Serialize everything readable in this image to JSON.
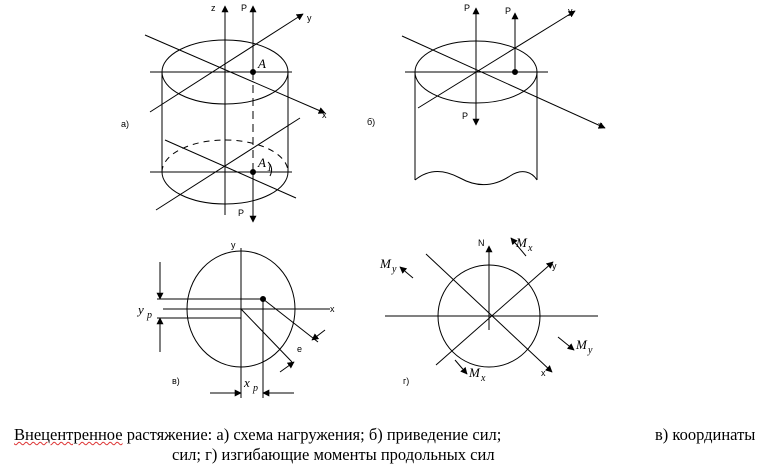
{
  "labels": {
    "panel_a": "а)",
    "panel_b": "б)",
    "panel_v": "в)",
    "panel_g": "г)",
    "z": "z",
    "y": "y",
    "x": "x",
    "P": "P",
    "A": "A",
    "A1_base": "A",
    "A1_sub": "1",
    "e": "e",
    "N": "N",
    "yp_base": "y",
    "yp_sub": "p",
    "xp_base": "x",
    "xp_sub": "p",
    "Mx_base": "M",
    "Mx_sub": "x",
    "My_base": "M",
    "My_sub": "y"
  },
  "caption": {
    "wavy_word": "Внецентренное",
    "line1": " растяжение: а) схема нагружения; б) приведение сил;",
    "line1_tail": "в) координаты",
    "line2": "сил; г) изгибающие моменты продольных  сил"
  }
}
